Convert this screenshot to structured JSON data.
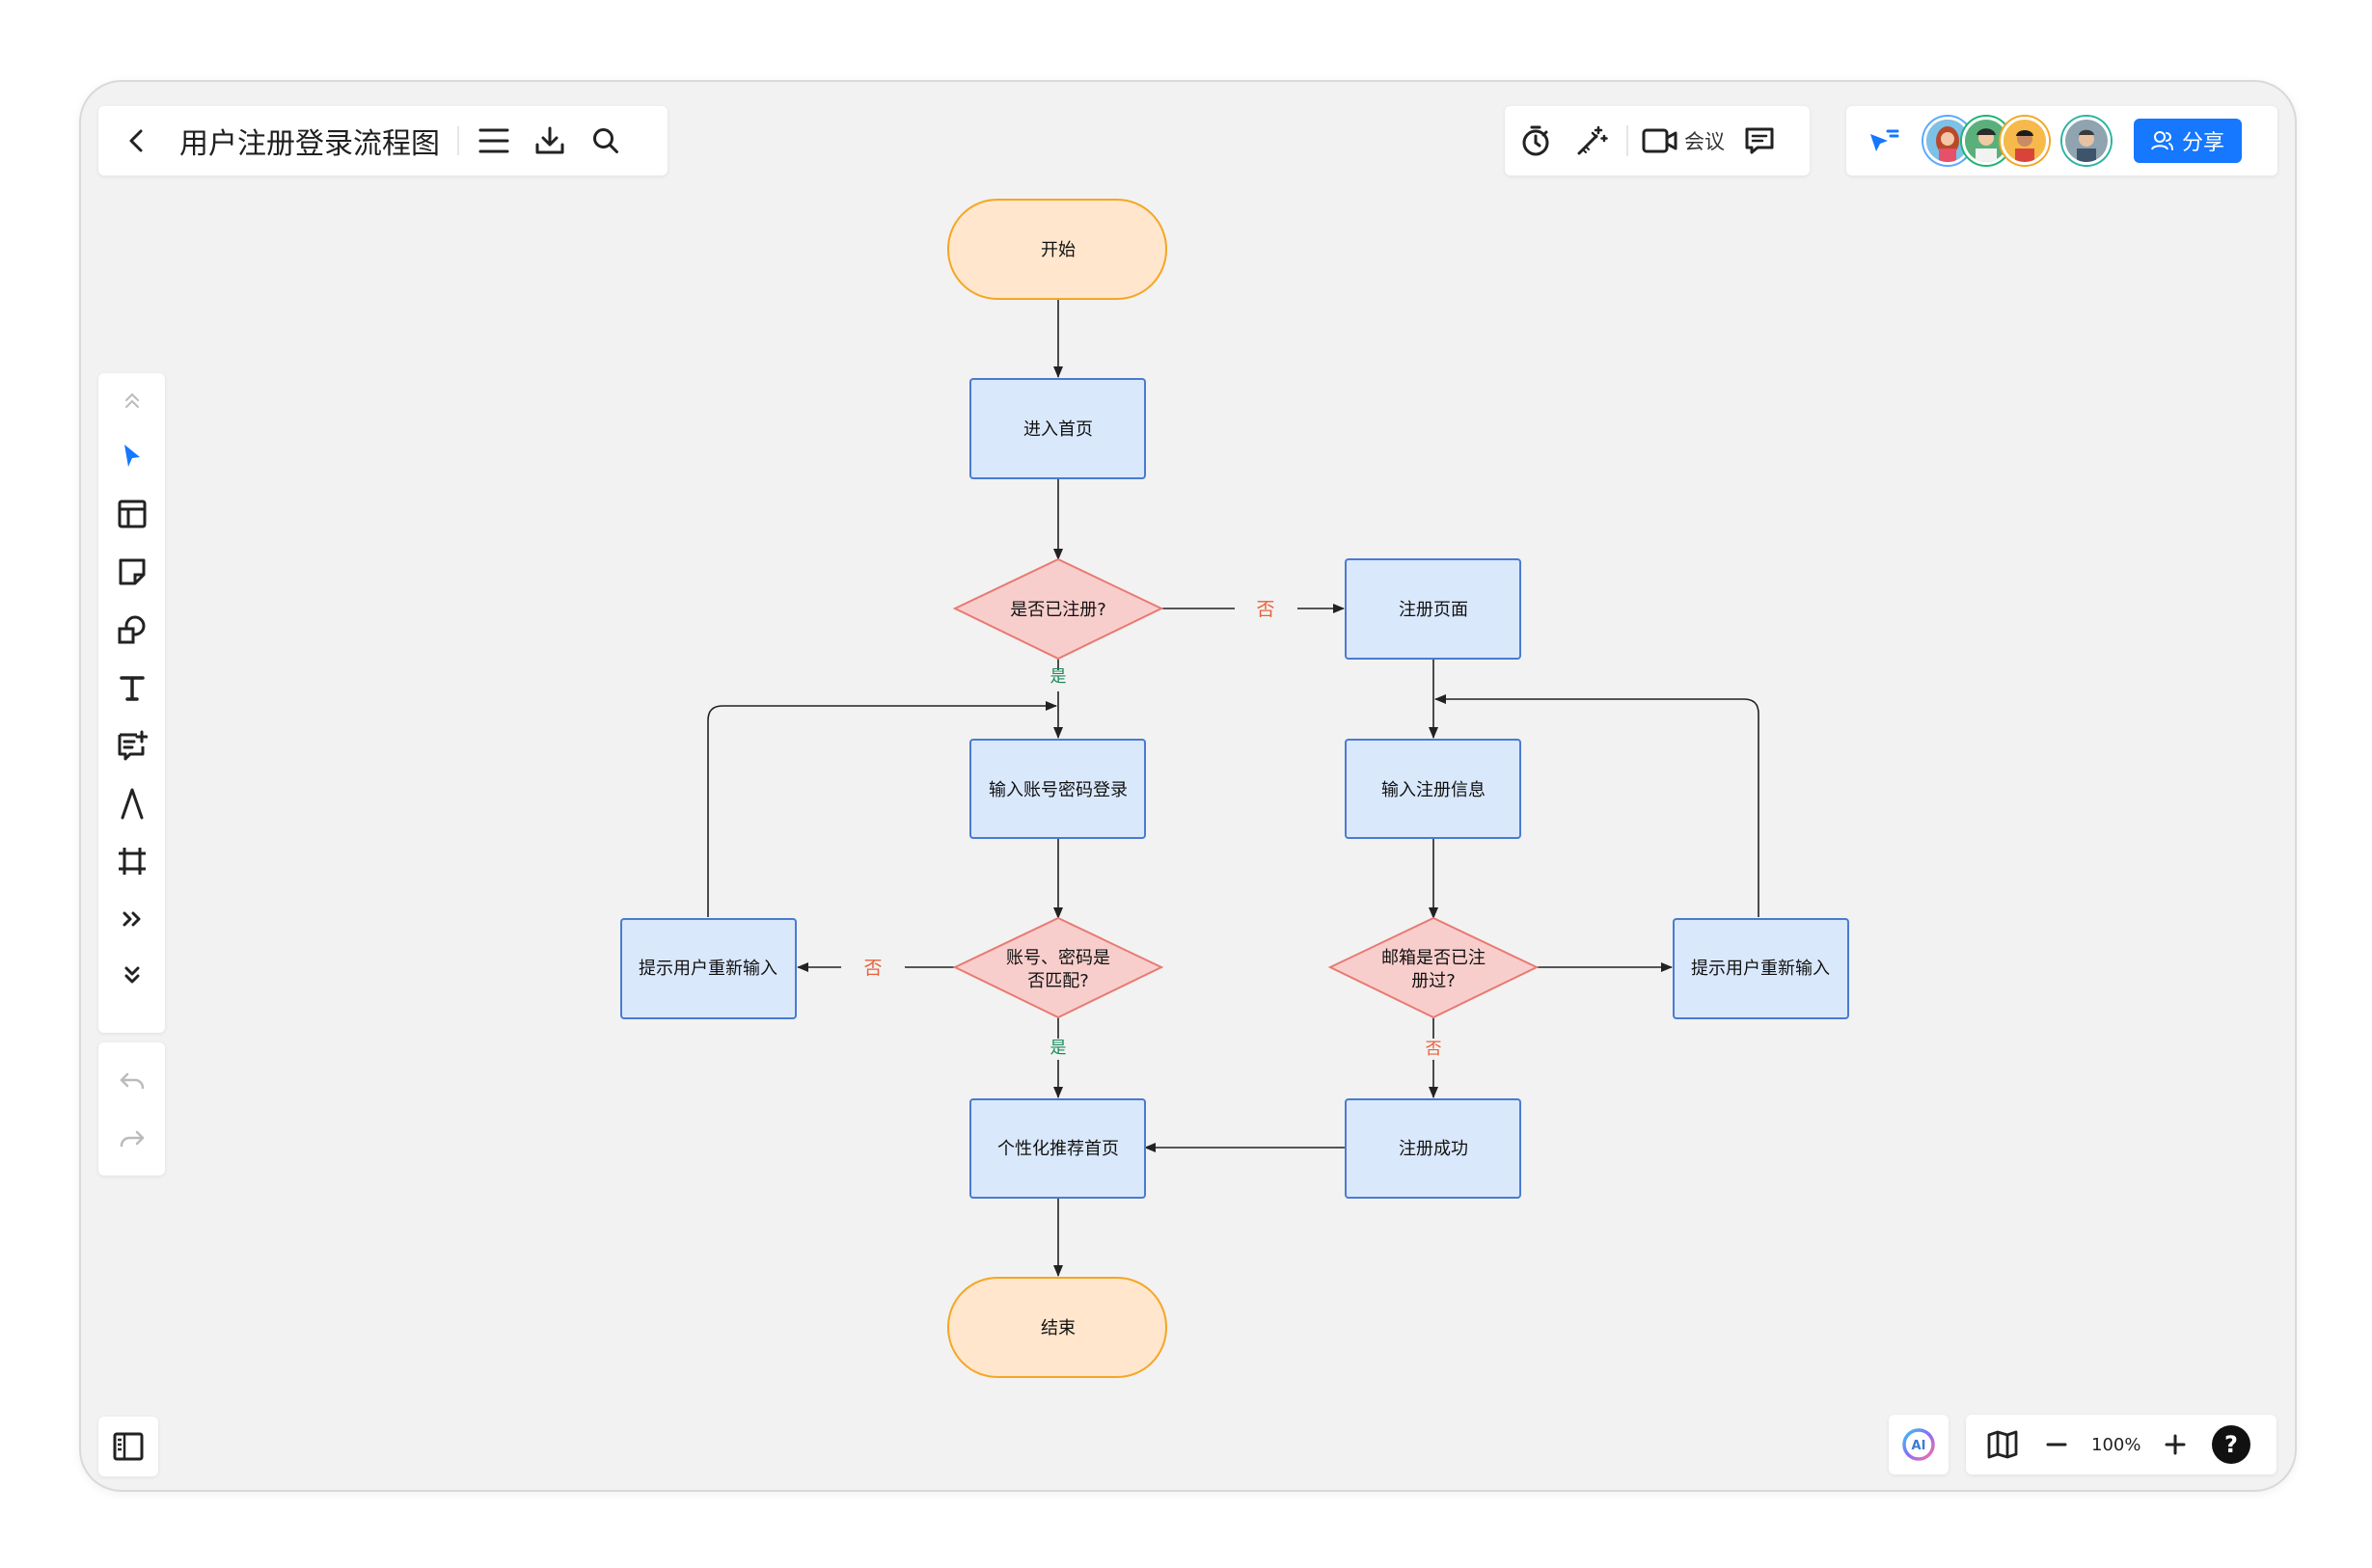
{
  "app": {
    "title": "用户注册登录流程图",
    "meeting_label": "会议",
    "share_label": "分享",
    "zoom_level": "100%"
  },
  "icons": {
    "back": "chevron-left-icon",
    "menu": "menu-icon",
    "download": "download-icon",
    "search": "search-icon",
    "timer": "timer-icon",
    "magic": "magic-wand-icon",
    "video": "video-camera-icon",
    "comment": "comment-icon",
    "follow": "cursor-follow-icon",
    "ai": "ai-icon",
    "map": "minimap-icon",
    "help": "help-icon"
  },
  "colors": {
    "accent": "#1677ff",
    "process_fill": "#dae8fc",
    "process_stroke": "#6c8ebf",
    "terminal_fill": "#ffe6cc",
    "terminal_stroke": "#f5a623",
    "decision_fill": "#f8cecc",
    "decision_stroke": "#e87a72",
    "yes_color": "#1a8a5a",
    "no_color": "#e8613c"
  },
  "flowchart": {
    "start": "开始",
    "home": "进入首页",
    "registered_q": "是否已注册?",
    "register_page": "注册页面",
    "login_input": "输入账号密码登录",
    "register_input": "输入注册信息",
    "match_q_line1": "账号、密码是",
    "match_q_line2": "否匹配?",
    "email_q_line1": "邮箱是否已注",
    "email_q_line2": "册过?",
    "retry_left": "提示用户重新输入",
    "retry_right": "提示用户重新输入",
    "personal_home": "个性化推荐首页",
    "register_success": "注册成功",
    "end": "结束",
    "yes": "是",
    "no": "否"
  }
}
